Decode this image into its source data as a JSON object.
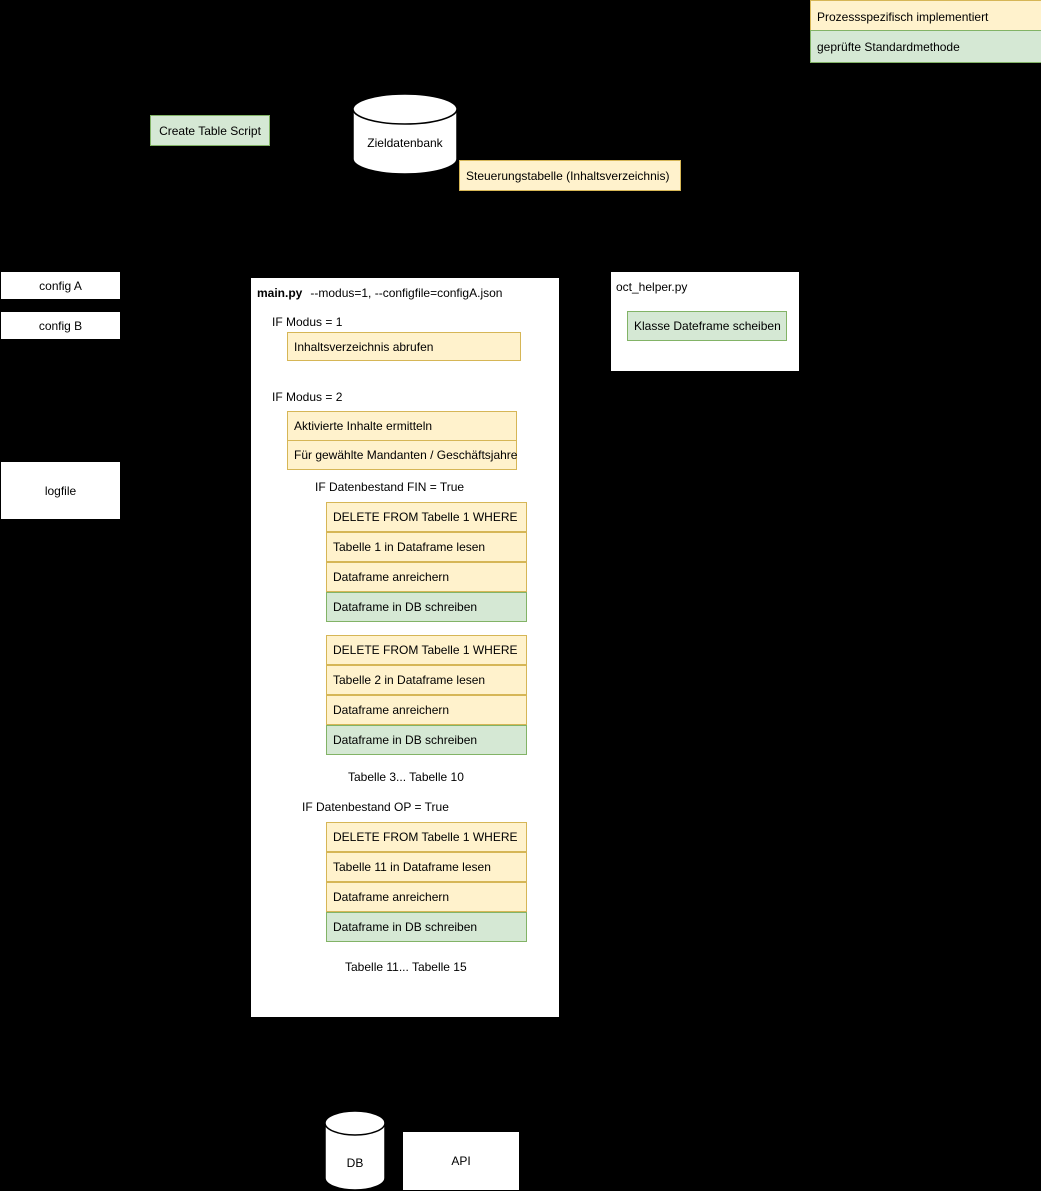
{
  "legend": {
    "items": [
      {
        "label": "Prozessspezifisch implementiert",
        "style": "yellow"
      },
      {
        "label": "geprüfte Standardmethode",
        "style": "green"
      }
    ],
    "colors": {
      "yellow_fill": "#fff2cc",
      "yellow_stroke": "#d6b656",
      "green_fill": "#d5e8d4",
      "green_stroke": "#82b366"
    }
  },
  "top": {
    "create_table_script": "Create Table Script",
    "zieldatenbank": "Zieldatenbank",
    "steuerungstabelle": "Steuerungstabelle (Inhaltsverzeichnis)"
  },
  "left": {
    "config_a": "config A",
    "config_b": "config B",
    "logfile": "logfile"
  },
  "main_py": {
    "title": "main.py",
    "args": "--modus=1, --configfile=configA.json",
    "modus1_label": "IF Modus = 1",
    "modus1_step": "Inhaltsverzeichnis abrufen",
    "modus2_label": "IF Modus = 2",
    "modus2_steps": [
      "Aktivierte Inhalte ermitteln",
      "Für gewählte Mandanten / Geschäftsjahre"
    ],
    "fin_label": "IF Datenbestand FIN = True",
    "fin_block_1": [
      {
        "text": "DELETE FROM Tabelle 1 WHERE",
        "style": "yellow"
      },
      {
        "text": "Tabelle 1 in Dataframe lesen",
        "style": "yellow"
      },
      {
        "text": "Dataframe anreichern",
        "style": "yellow"
      },
      {
        "text": "Dataframe in DB schreiben",
        "style": "green"
      }
    ],
    "fin_block_2": [
      {
        "text": "DELETE FROM Tabelle 1 WHERE",
        "style": "yellow"
      },
      {
        "text": "Tabelle 2 in Dataframe lesen",
        "style": "yellow"
      },
      {
        "text": "Dataframe anreichern",
        "style": "yellow"
      },
      {
        "text": "Dataframe in DB schreiben",
        "style": "green"
      }
    ],
    "fin_ellipsis": "Tabelle 3... Tabelle 10",
    "op_label": "IF Datenbestand OP = True",
    "op_block_1": [
      {
        "text": "DELETE FROM Tabelle 1 WHERE",
        "style": "yellow"
      },
      {
        "text": "Tabelle 11 in Dataframe lesen",
        "style": "yellow"
      },
      {
        "text": "Dataframe anreichern",
        "style": "yellow"
      },
      {
        "text": "Dataframe in DB schreiben",
        "style": "green"
      }
    ],
    "op_ellipsis": "Tabelle 11... Tabelle 15"
  },
  "oct_helper": {
    "title": "oct_helper.py",
    "step": "Klasse Dateframe scheiben"
  },
  "bottom": {
    "db": "DB",
    "api": "API"
  }
}
